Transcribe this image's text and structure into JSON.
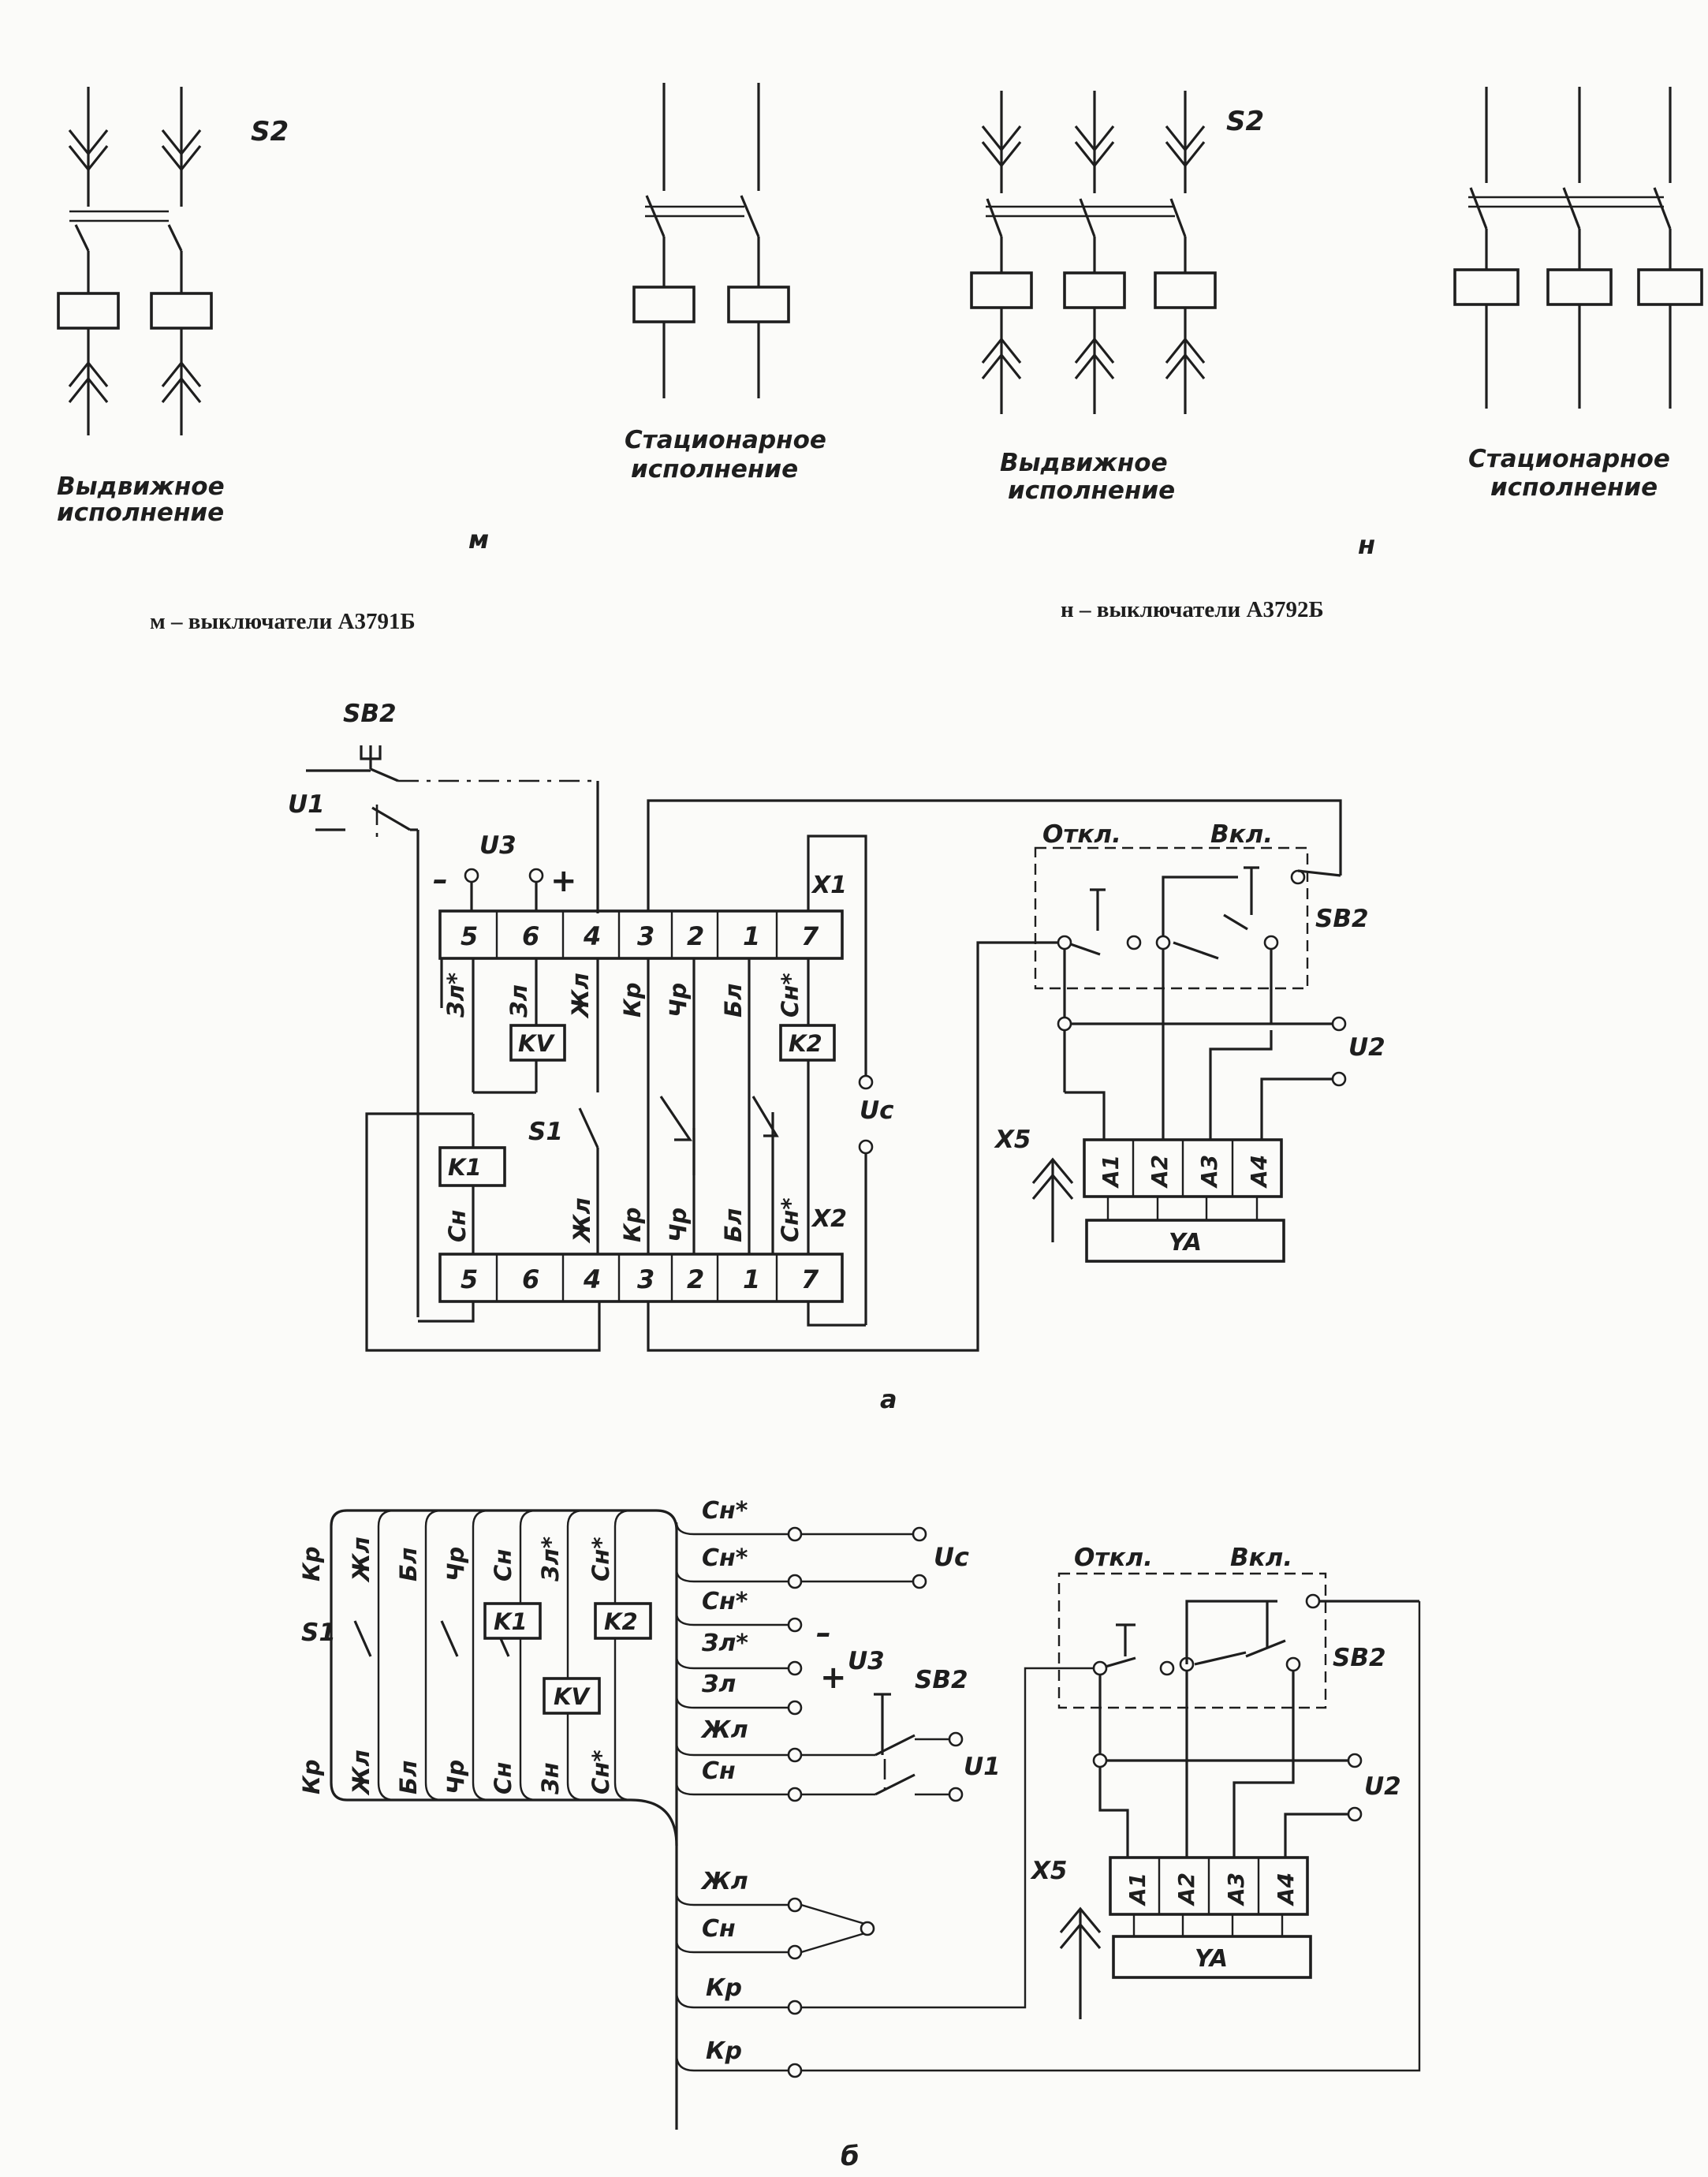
{
  "top_figures": {
    "m": {
      "label_S2": "S2",
      "withdrawable": [
        "Выдвижное",
        "исполнение"
      ],
      "stationary": [
        "Стационарное",
        "исполнение"
      ],
      "letter": "м",
      "caption": "м – выключатели А3791Б"
    },
    "n": {
      "label_S2": "S2",
      "withdrawable": [
        "Выдвижное",
        "исполнение"
      ],
      "stationary": [
        "Стационарное",
        "исполнение"
      ],
      "letter": "н",
      "caption": "н – выключатели А3792Б"
    }
  },
  "diagram_a": {
    "letter": "а",
    "labels": {
      "SB2": "SB2",
      "U1": "U1",
      "U3": "U3",
      "minus": "–",
      "plus": "+",
      "X1": "X1",
      "X2": "X2",
      "KV": "KV",
      "K1": "K1",
      "K2": "K2",
      "S1": "S1",
      "Uc": "Uc",
      "X5": "X5",
      "YA": "YA",
      "U2": "U2",
      "off": "Откл.",
      "on": "Вкл.",
      "SB2_right": "SB2"
    },
    "x1_pins": [
      "5",
      "6",
      "4",
      "3",
      "2",
      "1",
      "7"
    ],
    "x2_pins": [
      "5",
      "6",
      "4",
      "3",
      "2",
      "1",
      "7"
    ],
    "upper_wires": [
      "Зл*",
      "Зл",
      "Жл",
      "Кр",
      "Чр",
      "Бл",
      "Сн*"
    ],
    "lower_wires": [
      "Сн",
      "Жл",
      "Кр",
      "Чр",
      "Бл",
      "Сн*"
    ],
    "ya_pins": [
      "A1",
      "A2",
      "A3",
      "A4"
    ]
  },
  "diagram_b": {
    "letter": "б",
    "top_wires": [
      "Кр",
      "Жл",
      "Бл",
      "Чр",
      "Сн",
      "Зл*",
      "Сн*"
    ],
    "bottom_wires": [
      "Кр",
      "Жл",
      "Бл",
      "Чр",
      "Сн",
      "Зн",
      "Сн*"
    ],
    "bus_wires": [
      "Сн*",
      "Сн*",
      "Сн*",
      "Зл*",
      "Зл",
      "Жл",
      "Сн",
      "Жл",
      "Сн",
      "Кр",
      "Кр"
    ],
    "labels": {
      "S1": "S1",
      "K1": "K1",
      "K2": "K2",
      "KV": "KV",
      "Uc": "Uc",
      "minus": "–",
      "plus": "+",
      "U3": "U3",
      "SB2": "SB2",
      "U1": "U1",
      "X5": "X5",
      "YA": "YA",
      "U2": "U2",
      "off": "Откл.",
      "on": "Вкл.",
      "SB2_right": "SB2"
    },
    "ya_pins": [
      "A1",
      "A2",
      "A3",
      "A4"
    ]
  }
}
